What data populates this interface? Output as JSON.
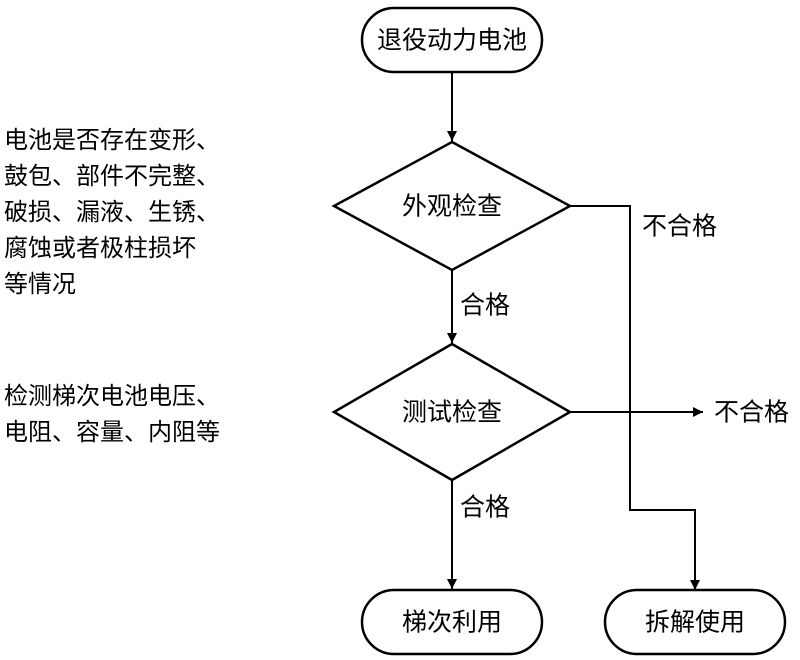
{
  "nodes": {
    "start": "退役动力电池",
    "appearance_check": "外观检查",
    "test_check": "测试检查",
    "cascade_use": "梯次利用",
    "disassembly": "拆解使用"
  },
  "edges": {
    "pass_1": "合格",
    "pass_2": "合格",
    "fail_1": "不合格",
    "fail_2": "不合格"
  },
  "notes": {
    "appearance": "电池是否存在变形、\n鼓包、部件不完整、\n破损、漏液、生锈、\n腐蚀或者极柱损坏\n等情况",
    "testing": "检测梯次电池电压、\n电阻、容量、内阻等"
  }
}
